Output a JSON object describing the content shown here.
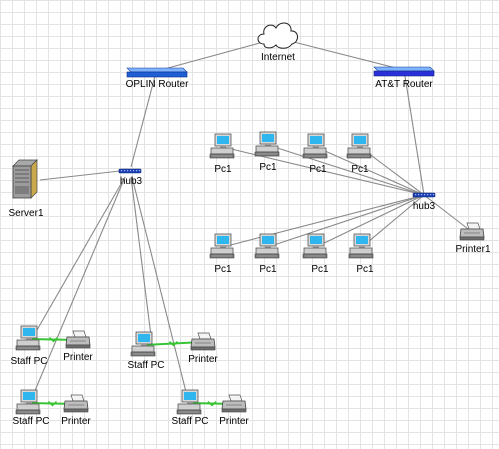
{
  "diagram": {
    "colors": {
      "link": "#8a8a8a",
      "wireless_link": "#39c435",
      "router_oplin": "#1f5fd6",
      "router_att": "#2a2fd8",
      "hub": "#1c3fb8",
      "grid": "#e3e3e3"
    },
    "nodes": [
      {
        "id": "internet",
        "kind": "cloud",
        "icon": "cloud-icon",
        "label": "Internet"
      },
      {
        "id": "oplin_router",
        "kind": "router",
        "icon": "router-icon",
        "label": "OPLIN Router"
      },
      {
        "id": "att_router",
        "kind": "router",
        "icon": "router-icon",
        "label": "AT&T Router"
      },
      {
        "id": "hub_left",
        "kind": "hub",
        "icon": "hub-icon",
        "label": "hub3"
      },
      {
        "id": "hub_right",
        "kind": "hub",
        "icon": "hub-icon",
        "label": "hub3"
      },
      {
        "id": "server1",
        "kind": "server",
        "icon": "server-icon",
        "label": "Server1"
      },
      {
        "id": "pc_top_1",
        "kind": "pc",
        "icon": "pc-icon",
        "label": "Pc1"
      },
      {
        "id": "pc_top_2",
        "kind": "pc",
        "icon": "pc-icon",
        "label": "Pc1"
      },
      {
        "id": "pc_top_3",
        "kind": "pc",
        "icon": "pc-icon",
        "label": "Pc1"
      },
      {
        "id": "pc_top_4",
        "kind": "pc",
        "icon": "pc-icon",
        "label": "Pc1"
      },
      {
        "id": "pc_bot_1",
        "kind": "pc",
        "icon": "pc-icon",
        "label": "Pc1"
      },
      {
        "id": "pc_bot_2",
        "kind": "pc",
        "icon": "pc-icon",
        "label": "Pc1"
      },
      {
        "id": "pc_bot_3",
        "kind": "pc",
        "icon": "pc-icon",
        "label": "Pc1"
      },
      {
        "id": "pc_bot_4",
        "kind": "pc",
        "icon": "pc-icon",
        "label": "Pc1"
      },
      {
        "id": "printer1",
        "kind": "printer",
        "icon": "printer-icon",
        "label": "Printer1"
      },
      {
        "id": "staff_pc_1",
        "kind": "pc",
        "icon": "pc-icon",
        "label": "Staff PC"
      },
      {
        "id": "staff_printer_1",
        "kind": "printer",
        "icon": "printer-icon",
        "label": "Printer"
      },
      {
        "id": "staff_pc_2",
        "kind": "pc",
        "icon": "pc-icon",
        "label": "Staff PC"
      },
      {
        "id": "staff_printer_2",
        "kind": "printer",
        "icon": "printer-icon",
        "label": "Printer"
      },
      {
        "id": "staff_pc_3",
        "kind": "pc",
        "icon": "pc-icon",
        "label": "Staff PC"
      },
      {
        "id": "staff_printer_3",
        "kind": "printer",
        "icon": "printer-icon",
        "label": "Printer"
      },
      {
        "id": "staff_pc_4",
        "kind": "pc",
        "icon": "pc-icon",
        "label": "Staff PC"
      },
      {
        "id": "staff_printer_4",
        "kind": "printer",
        "icon": "printer-icon",
        "label": "Printer"
      }
    ],
    "links": [
      {
        "from": "internet",
        "to": "oplin_router",
        "type": "wired"
      },
      {
        "from": "internet",
        "to": "att_router",
        "type": "wired"
      },
      {
        "from": "oplin_router",
        "to": "hub_left",
        "type": "wired"
      },
      {
        "from": "att_router",
        "to": "hub_right",
        "type": "wired"
      },
      {
        "from": "server1",
        "to": "hub_left",
        "type": "wired"
      },
      {
        "from": "hub_left",
        "to": "staff_pc_1",
        "type": "wired"
      },
      {
        "from": "hub_left",
        "to": "staff_pc_2",
        "type": "wired"
      },
      {
        "from": "hub_left",
        "to": "staff_pc_3",
        "type": "wired"
      },
      {
        "from": "hub_left",
        "to": "staff_pc_4",
        "type": "wired"
      },
      {
        "from": "pc_top_1",
        "to": "hub_right",
        "type": "wired"
      },
      {
        "from": "pc_top_2",
        "to": "hub_right",
        "type": "wired"
      },
      {
        "from": "pc_top_3",
        "to": "hub_right",
        "type": "wired"
      },
      {
        "from": "pc_top_4",
        "to": "hub_right",
        "type": "wired"
      },
      {
        "from": "pc_bot_1",
        "to": "hub_right",
        "type": "wired"
      },
      {
        "from": "pc_bot_2",
        "to": "hub_right",
        "type": "wired"
      },
      {
        "from": "pc_bot_3",
        "to": "hub_right",
        "type": "wired"
      },
      {
        "from": "pc_bot_4",
        "to": "hub_right",
        "type": "wired"
      },
      {
        "from": "hub_right",
        "to": "printer1",
        "type": "wired"
      },
      {
        "from": "staff_pc_1",
        "to": "staff_printer_1",
        "type": "wireless"
      },
      {
        "from": "staff_pc_2",
        "to": "staff_printer_2",
        "type": "wireless"
      },
      {
        "from": "staff_pc_3",
        "to": "staff_printer_3",
        "type": "wireless"
      },
      {
        "from": "staff_pc_4",
        "to": "staff_printer_4",
        "type": "wireless"
      }
    ]
  }
}
